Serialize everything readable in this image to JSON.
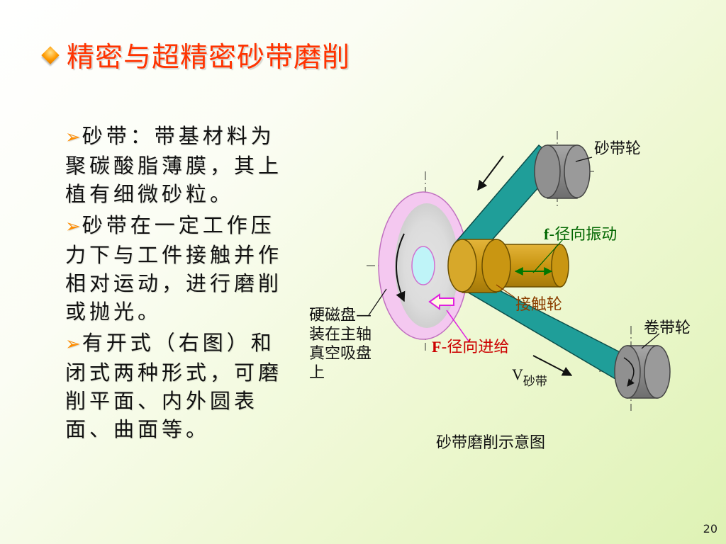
{
  "title": "精密与超精密砂带磨削",
  "bullets": [
    "砂带：带基材料为聚碳酸脂薄膜，其上植有细微砂粒。",
    "砂带在一定工作压力下与工件接触并作相对运动，进行磨削或抛光。",
    "有开式（右图）和闭式两种形式，可磨削平面、内外圆表面、曲面等。"
  ],
  "diagram": {
    "wheel_top": "砂带轮",
    "f_symbol": "f",
    "f_text": "-径向振动",
    "contact_wheel": "接触轮",
    "take_up_wheel": "卷带轮",
    "disk_lines": [
      "硬磁盘—",
      "装在主轴",
      "真空吸盘",
      "上"
    ],
    "F_symbol": "F",
    "F_text": "-径向进给",
    "v_symbol": "V",
    "v_sub": "砂带",
    "caption": "砂带磨削示意图"
  },
  "page_number": "20",
  "colors": {
    "title": "#ff3300",
    "belt": "#1f9e99",
    "disk": "#f4c8f0",
    "contact_wheel": "#d4a017",
    "green_label": "#006600",
    "red_label": "#cc0000"
  }
}
